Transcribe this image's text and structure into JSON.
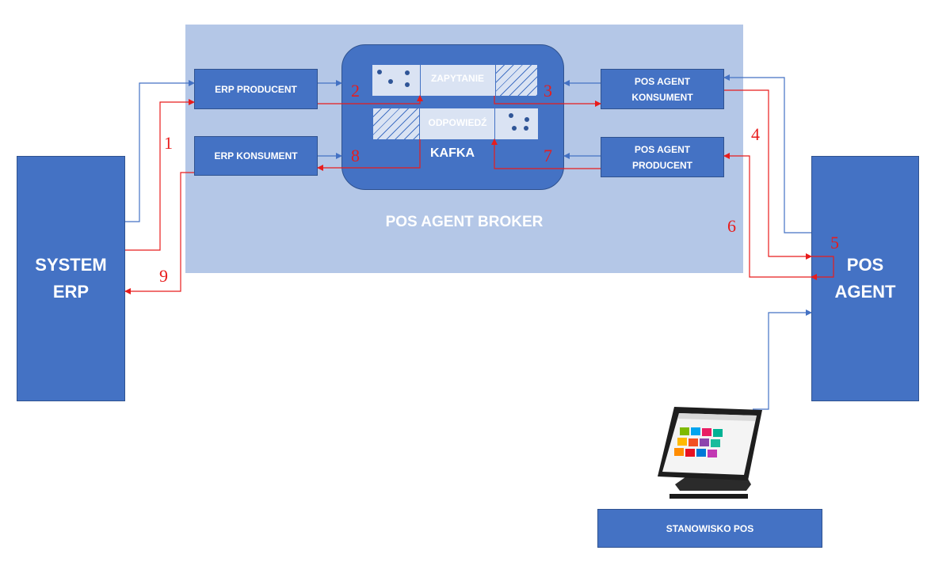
{
  "broker": {
    "label": "POS AGENT BROKER"
  },
  "system_erp": {
    "line1": "SYSTEM",
    "line2": "ERP"
  },
  "pos_agent": {
    "line1": "POS",
    "line2": "AGENT"
  },
  "erp_producent": {
    "label": "ERP PRODUCENT"
  },
  "erp_konsument": {
    "label": "ERP KONSUMENT"
  },
  "pos_agent_konsument": {
    "line1": "POS AGENT",
    "line2": "KONSUMENT"
  },
  "pos_agent_producent": {
    "line1": "POS AGENT",
    "line2": "PRODUCENT"
  },
  "kafka": {
    "label": "KAFKA",
    "request_queue": "ZAPYTANIE",
    "response_queue": "ODPOWIEDŹ"
  },
  "workstation": {
    "label": "STANOWISKO POS"
  },
  "steps": [
    "1",
    "2",
    "3",
    "4",
    "5",
    "6",
    "7",
    "8",
    "9"
  ],
  "colors": {
    "box_fill": "#4472c4",
    "broker_fill": "#b4c7e7",
    "request_arrow": "#4472c4",
    "response_arrow": "#e81c1c"
  }
}
